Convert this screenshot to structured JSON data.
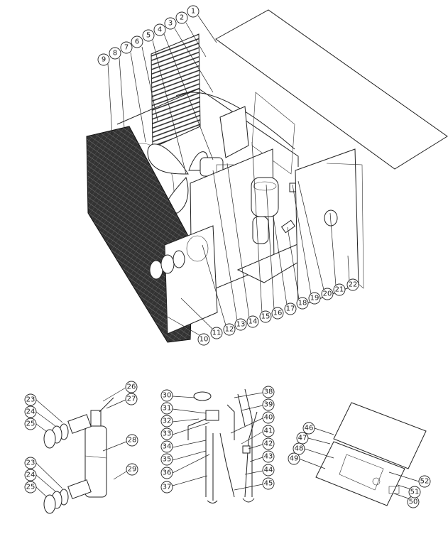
{
  "title": "Heat pump exploded parts diagram",
  "callouts": [
    "1",
    "2",
    "3",
    "4",
    "5",
    "6",
    "7",
    "8",
    "9",
    "10",
    "11",
    "12",
    "13",
    "14",
    "15",
    "16",
    "17",
    "18",
    "19",
    "20",
    "21",
    "22",
    "23",
    "24",
    "25",
    "26",
    "27",
    "28",
    "29",
    "30",
    "31",
    "32",
    "33",
    "34",
    "35",
    "36",
    "37",
    "38",
    "39",
    "40",
    "41",
    "42",
    "43",
    "44",
    "45",
    "46",
    "47",
    "48",
    "49",
    "50",
    "51",
    "52"
  ],
  "callouts_repeat": {
    "c23b": "23",
    "c24b": "24",
    "c25b": "25"
  },
  "colors": {
    "line": "#222222",
    "background": "#ffffff",
    "mesh": "#2a2a2a"
  }
}
